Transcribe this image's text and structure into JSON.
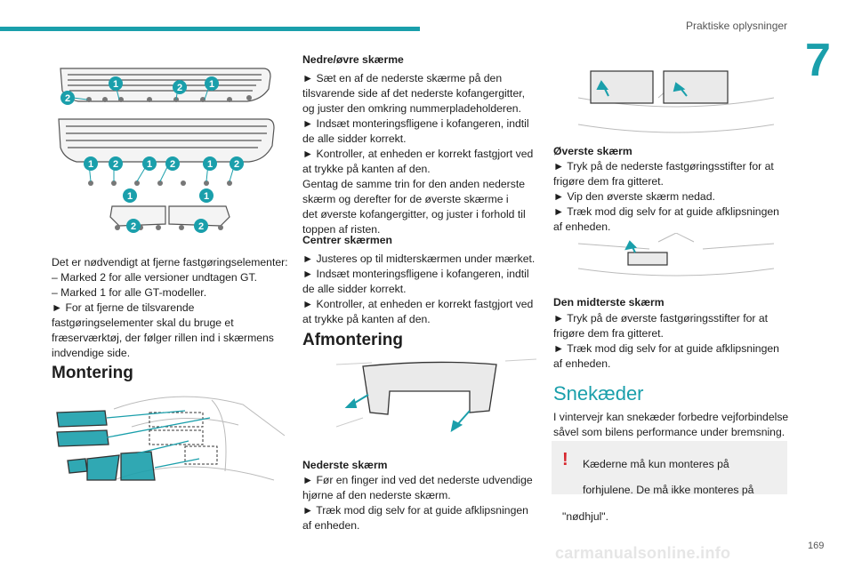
{
  "header": {
    "title": "Praktiske oplysninger",
    "chapter": "7",
    "page": "169"
  },
  "watermark": "carmanualsonline.info",
  "left": {
    "intro_lines": [
      "Det er nødvendigt at fjerne fastgøringselementer:",
      "– Marked 2 for alle versioner undtagen GT.",
      "– Marked 1 for alle GT-modeller.",
      "► For at fjerne de tilsvarende",
      "fastgøringselementer skal du bruge et",
      "fræserværktøj, der følger rillen ind i skærmens",
      "indvendige side."
    ],
    "section_title": "Montering",
    "callouts": [
      "1",
      "2"
    ]
  },
  "middle": {
    "h1": "Nedre/øvre skærme",
    "p1_lines": [
      "► Sæt en af de nederste skærme på den",
      "tilsvarende side af det nederste kofangergitter,",
      "og juster den omkring nummerpladeholderen.",
      "► Indsæt monteringsfligene i kofangeren, indtil",
      "de alle sidder korrekt.",
      "► Kontroller, at enheden er korrekt fastgjort ved",
      "at trykke på kanten af den.",
      "Gentag de samme trin for den anden nederste",
      "skærm og derefter for de øverste skærme i",
      "det øverste kofangergitter, og juster i forhold til",
      "toppen af risten."
    ],
    "h2": "Centrer skærmen",
    "p2_lines": [
      "► Justeres op til midterskærmen under mærket.",
      "► Indsæt monteringsfligene i kofangeren, indtil",
      "de alle sidder korrekt.",
      "► Kontroller, at enheden er korrekt fastgjort ved",
      "at trykke på kanten af den."
    ],
    "section_title": "Afmontering",
    "h3": "Nederste skærm",
    "p3_lines": [
      "► Før en finger ind ved det nederste udvendige",
      "hjørne af den nederste skærm.",
      "► Træk mod dig selv for at guide afklipsningen",
      "af enheden."
    ]
  },
  "right": {
    "h1": "Øverste skærm",
    "p1_lines": [
      "► Tryk på de nederste fastgøringsstifter for at",
      "frigøre dem fra gitteret.",
      "► Vip den øverste skærm nedad.",
      "► Træk mod dig selv for at guide afklipsningen",
      "af enheden."
    ],
    "h2": "Den midterste skærm",
    "p2_lines": [
      "► Tryk på de øverste fastgøringsstifter for at",
      "frigøre dem fra gitteret.",
      "► Træk mod dig selv for at guide afklipsningen",
      "af enheden."
    ],
    "section_title": "Snekæder",
    "intro_lines": [
      "I vintervejr kan snekæder forbedre vejforbindelse",
      "såvel som bilens performance under bremsning."
    ],
    "warning_icon": "!",
    "warning_lines": [
      "Kæderne må kun monteres på",
      "forhjulene. De må ikke monteres på",
      "\"nødhjul\"."
    ]
  },
  "colors": {
    "accent": "#1a9fab",
    "callout": "#1a9fab",
    "warning": "#d7262d",
    "warn_bg": "#efefef"
  }
}
